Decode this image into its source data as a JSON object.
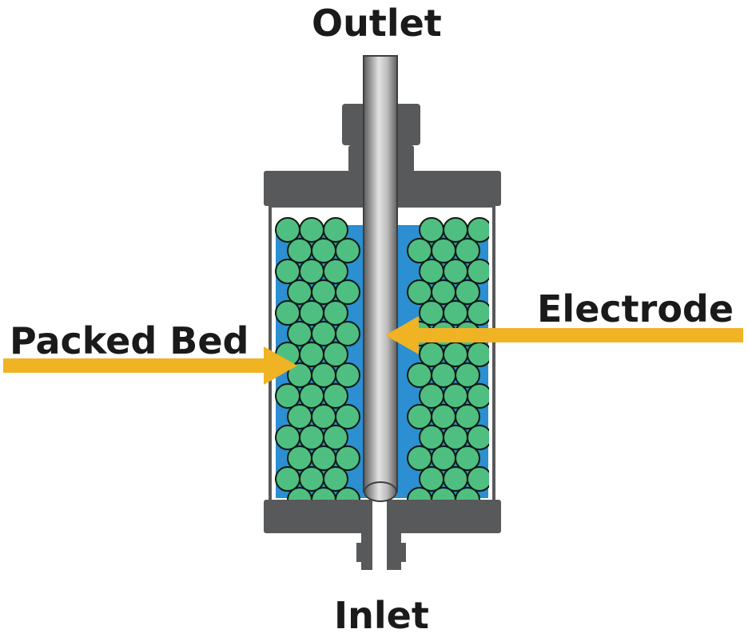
{
  "labels": {
    "outlet": "Outlet",
    "inlet": "Inlet",
    "electrode": "Electrode",
    "packed_bed": "Packed Bed"
  },
  "colors": {
    "housing": "#58595b",
    "housing_edge": "#3c3c3d",
    "fluid": "#2b8fd1",
    "bead_fill": "#4fbf81",
    "bead_edge": "#0d1a12",
    "arrow": "#f0b324",
    "rod_light": "#d9d9d9",
    "rod_dark": "#6e6e6e"
  }
}
